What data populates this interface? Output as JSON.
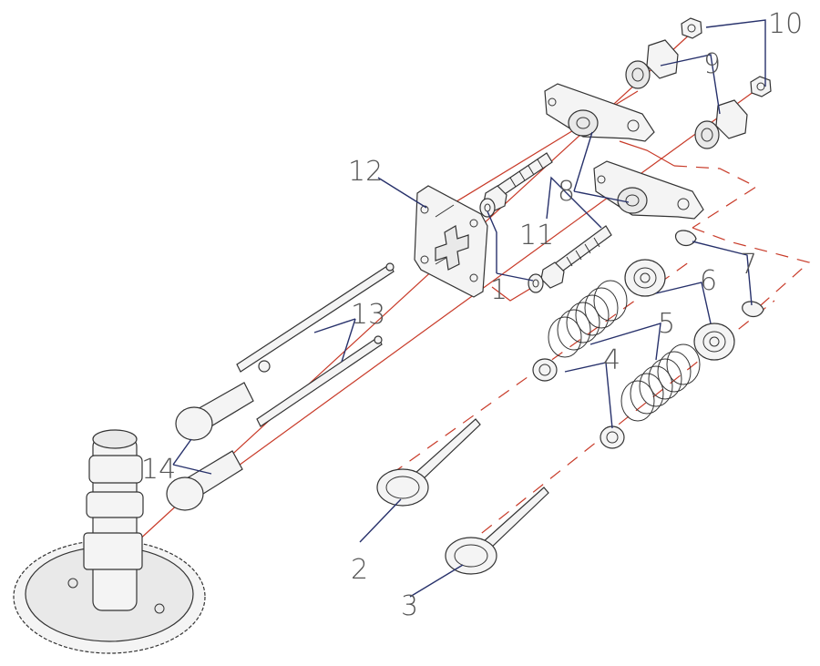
{
  "diagram": {
    "colors": {
      "axis": "#c83a28",
      "leader": "#27316b",
      "outline": "#333333",
      "label": "#555555"
    },
    "callouts": [
      {
        "id": "1",
        "text": "1"
      },
      {
        "id": "2",
        "text": "2"
      },
      {
        "id": "3",
        "text": "3"
      },
      {
        "id": "4",
        "text": "4"
      },
      {
        "id": "5",
        "text": "5"
      },
      {
        "id": "6",
        "text": "6"
      },
      {
        "id": "7",
        "text": "7"
      },
      {
        "id": "8",
        "text": "8"
      },
      {
        "id": "9",
        "text": "9"
      },
      {
        "id": "10",
        "text": "10"
      },
      {
        "id": "11",
        "text": "11"
      },
      {
        "id": "12",
        "text": "12"
      },
      {
        "id": "13",
        "text": "13"
      },
      {
        "id": "14",
        "text": "14"
      }
    ]
  }
}
